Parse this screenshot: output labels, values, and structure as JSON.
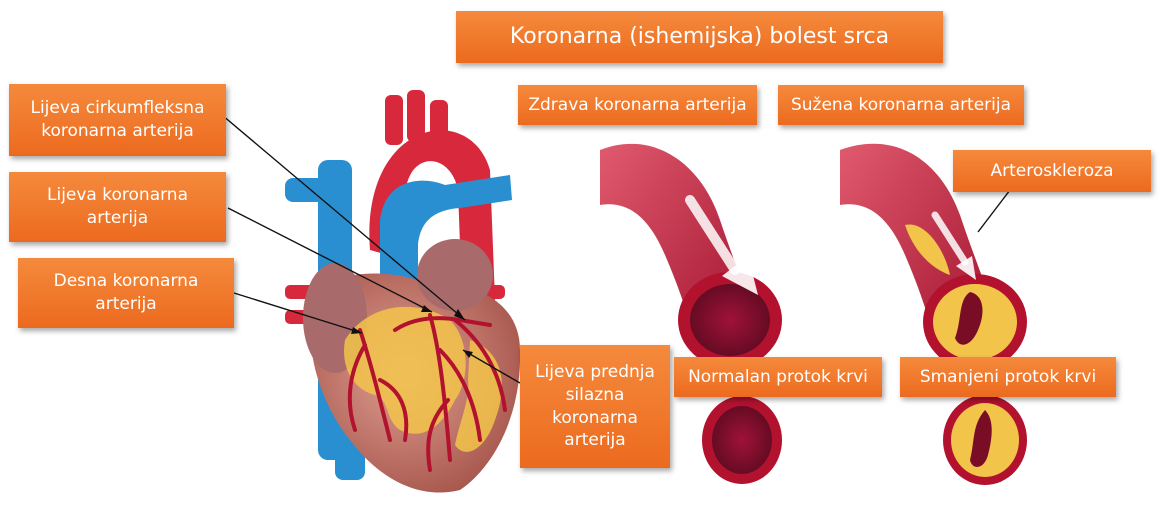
{
  "title": "Koronarna (ishemijska) bolest srca",
  "heart_labels": {
    "left_circumflex": "Lijeva cirkumfleksna koronarna arterija",
    "left_coronary": "Lijeva koronarna arterija",
    "right_coronary": "Desna koronarna arterija",
    "left_anterior_descending": "Lijeva prednja silazna koronarna arterija"
  },
  "artery_labels": {
    "healthy": "Zdrava koronarna arterija",
    "narrowed": "Sužena koronarna arterija",
    "atherosclerosis": "Arteroskleroza",
    "normal_flow": "Normalan protok krvi",
    "reduced_flow": "Smanjeni protok krvi"
  },
  "colors": {
    "label_bg": "#f07a2c",
    "aorta": "#d8283c",
    "vein": "#2a8fd0",
    "heart_muscle": "#c47a6e",
    "artery_wall": "#b3122f",
    "plaque": "#f2c44a"
  }
}
